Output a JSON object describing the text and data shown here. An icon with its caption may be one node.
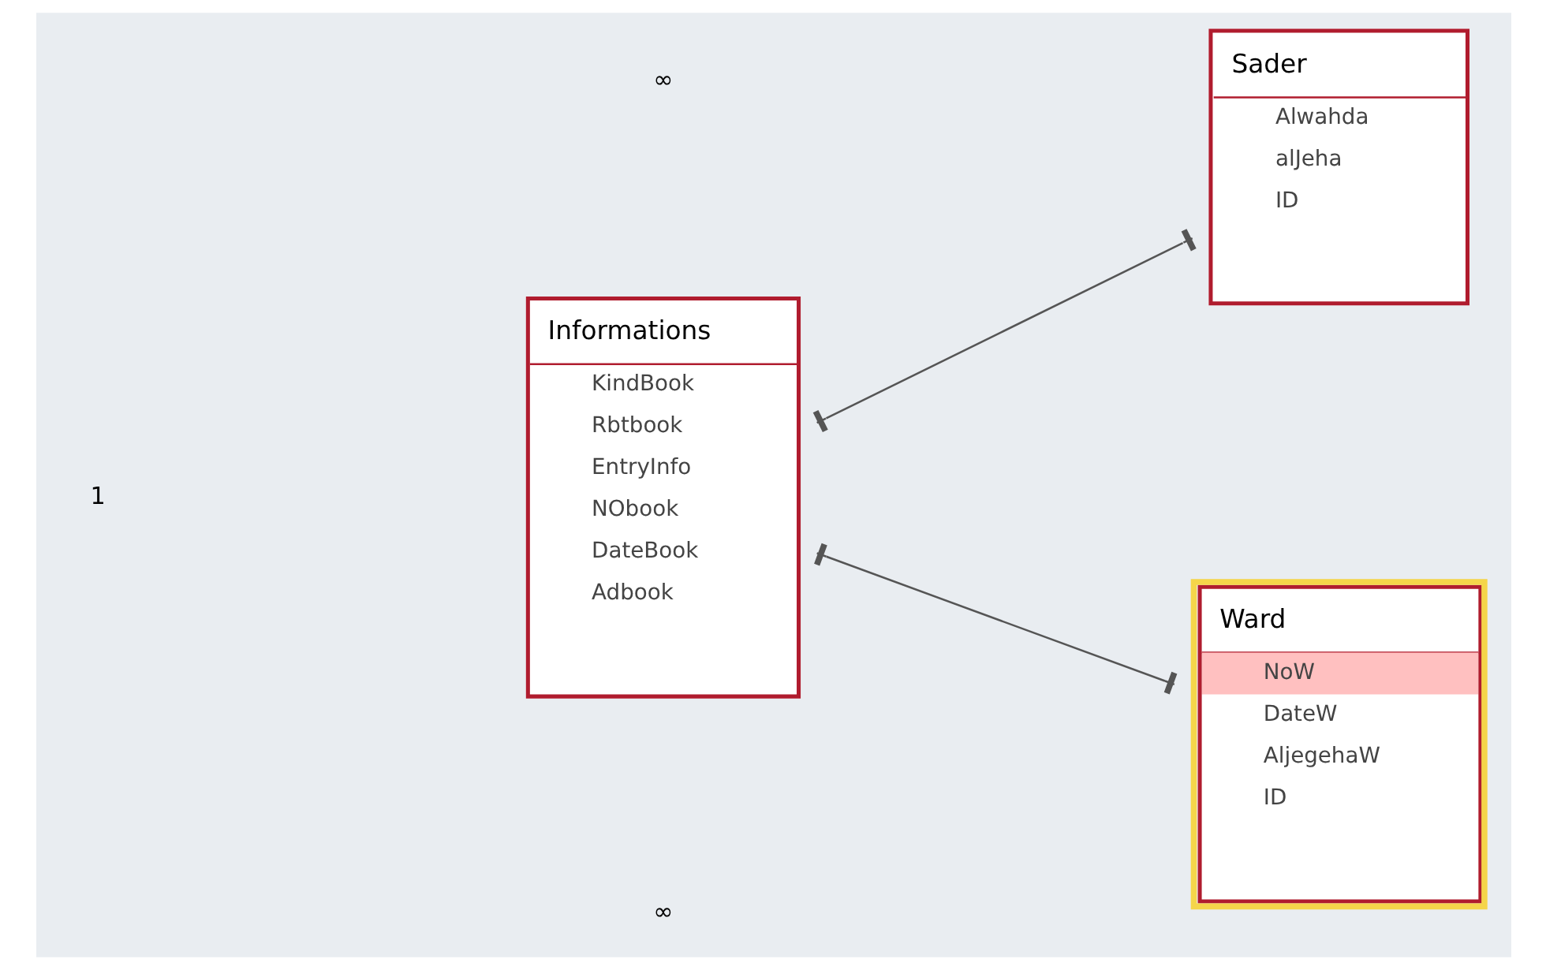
{
  "diagram": {
    "nodes": [
      {
        "text": [
          "Informations",
          "KindBook",
          "Rbtbook",
          "EntryInfo",
          "NObook",
          "DateBook",
          "Adbook"
        ]
      },
      {
        "text": [
          "Sader",
          "Alwahda",
          "alJeha",
          "ID"
        ]
      },
      {
        "text": [
          "Ward",
          "NoW",
          "DateW",
          "AljegehaW",
          "ID"
        ]
      }
    ],
    "edges": [
      {
        "from": 0,
        "to": 1,
        "arrow": "other"
      },
      {
        "from": 0,
        "to": 2,
        "arrow": "other"
      }
    ],
    "labels": [
      "1",
      "∞",
      "∞"
    ]
  }
}
